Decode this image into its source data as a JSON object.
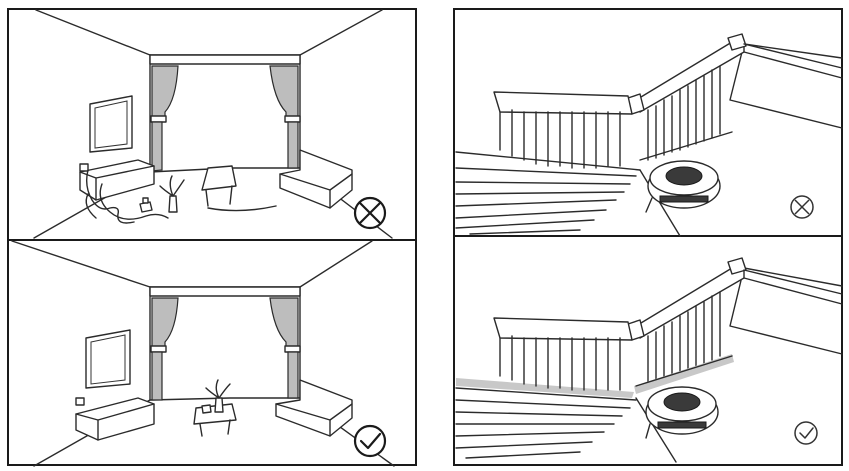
{
  "panels": [
    {
      "id": "room-cluttered",
      "status": "incorrect",
      "icon": "x-circle-icon"
    },
    {
      "id": "stairs-unprotected",
      "status": "incorrect",
      "icon": "x-circle-icon"
    },
    {
      "id": "room-tidy",
      "status": "correct",
      "icon": "check-circle-icon"
    },
    {
      "id": "stairs-protected",
      "status": "correct",
      "icon": "check-circle-icon"
    }
  ],
  "colors": {
    "line": "#2b2b2b",
    "curtain": "#bdbdbd",
    "background": "#ffffff"
  }
}
